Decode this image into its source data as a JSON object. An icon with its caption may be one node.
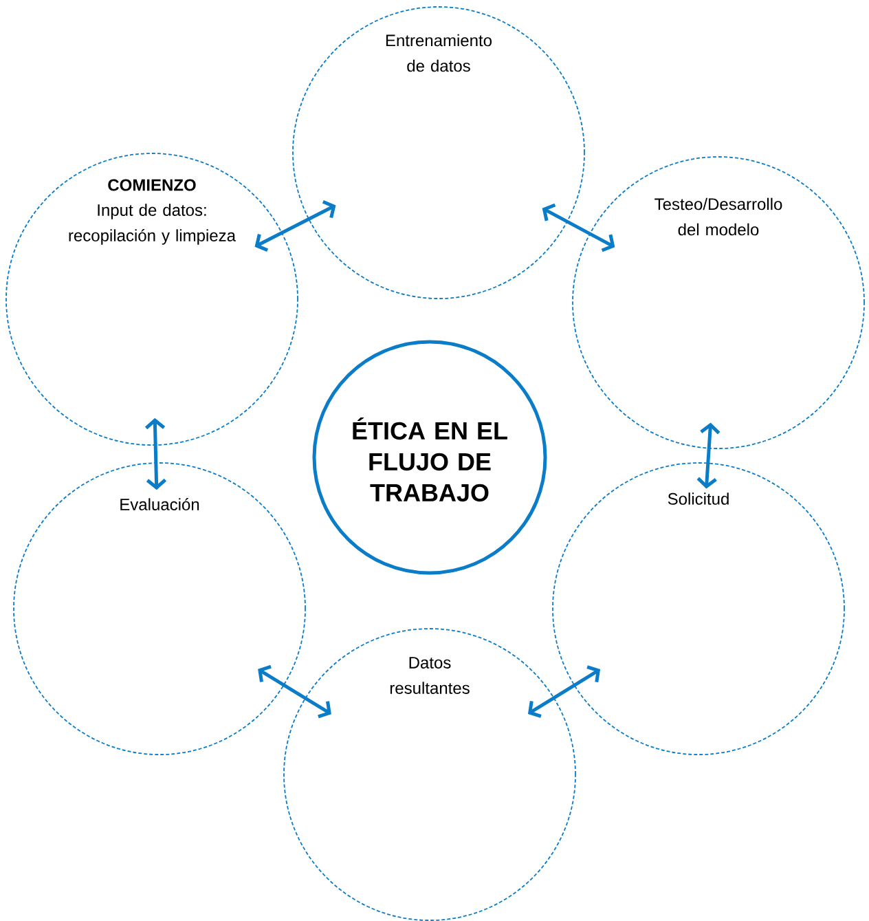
{
  "diagram": {
    "nodes": [
      {
        "text": [
          "Entrenamiento de datos"
        ]
      },
      {
        "text": [
          "COMIENZO",
          "Input de datos: recopilación y limpieza"
        ]
      },
      {
        "text": [
          "Testeo/Desarrollo del modelo"
        ]
      },
      {
        "text": [
          "ÉTICA EN EL FLUJO DE TRABAJO"
        ]
      },
      {
        "text": [
          "Evaluación"
        ]
      },
      {
        "text": [
          "Solicitud"
        ]
      },
      {
        "text": [
          "Datos resultantes"
        ]
      }
    ],
    "edges": [
      {
        "from": 1,
        "to": 0,
        "arrow": "both"
      },
      {
        "from": 0,
        "to": 2,
        "arrow": "both"
      },
      {
        "from": 2,
        "to": 5,
        "arrow": "both"
      },
      {
        "from": 5,
        "to": 6,
        "arrow": "both"
      },
      {
        "from": 6,
        "to": 4,
        "arrow": "both"
      },
      {
        "from": 4,
        "to": 1,
        "arrow": "both"
      }
    ]
  }
}
